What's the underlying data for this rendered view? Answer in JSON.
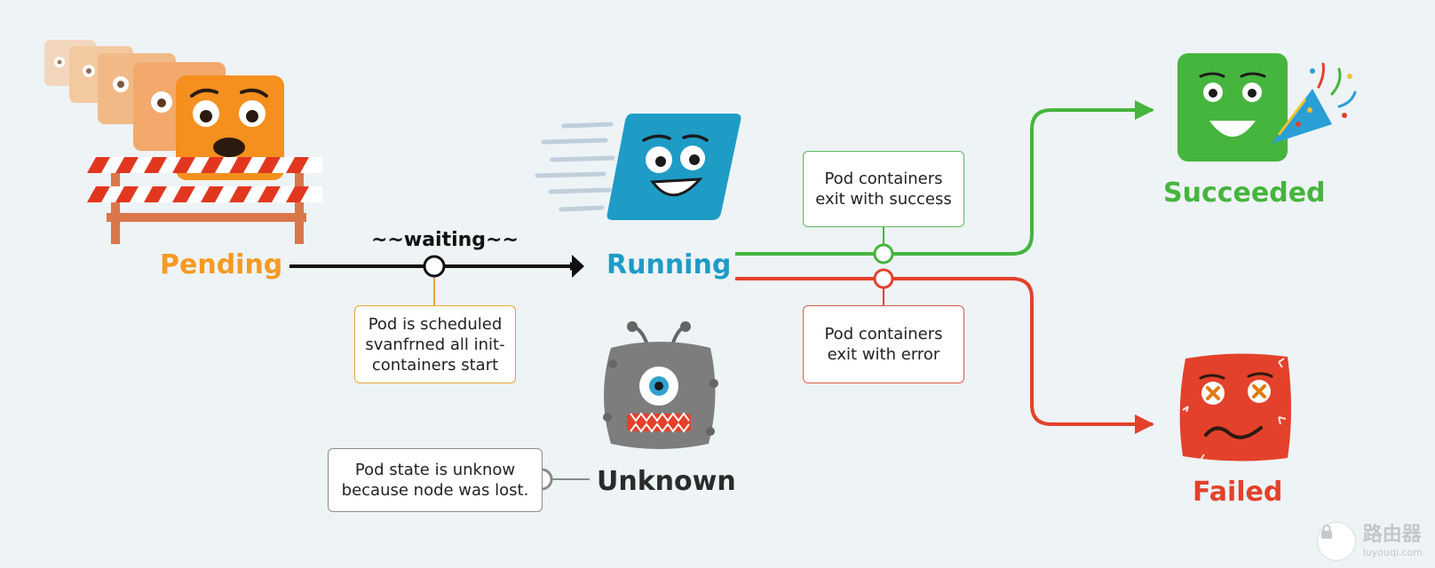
{
  "colors": {
    "pending": "#f59a23",
    "running": "#1e9cc6",
    "succeeded": "#45b53d",
    "failed": "#e3412b",
    "unknown": "#2b2b2b",
    "arrow": "#111111",
    "note_pending_border": "#e9a53a",
    "note_success_border": "#5cb85c",
    "note_error_border": "#e05a48",
    "note_unknown_border": "#8a8a8a"
  },
  "icons": {
    "pending": "sad-orange-box-behind-barrier-icon",
    "running": "happy-blue-box-moving-icon",
    "succeeded": "smiling-green-box-with-party-popper-icon",
    "failed": "dizzy-red-box-icon",
    "unknown": "confused-gray-robot-icon"
  },
  "states": {
    "pending": "Pending",
    "running": "Running",
    "succeeded": "Succeeded",
    "failed": "Failed",
    "unknown": "Unknown"
  },
  "transition_label": "~~waiting~~",
  "notes": {
    "scheduled": [
      "Pod is scheduled",
      "svanfrned all init-",
      "containers start"
    ],
    "success": [
      "Pod containers",
      "exit with success"
    ],
    "error": [
      "Pod containers",
      "exit with error"
    ],
    "unknown": [
      "Pod state is unknow",
      "because node was lost."
    ]
  },
  "watermark": {
    "title": "路由器",
    "subtitle": "luyouqi.com"
  }
}
